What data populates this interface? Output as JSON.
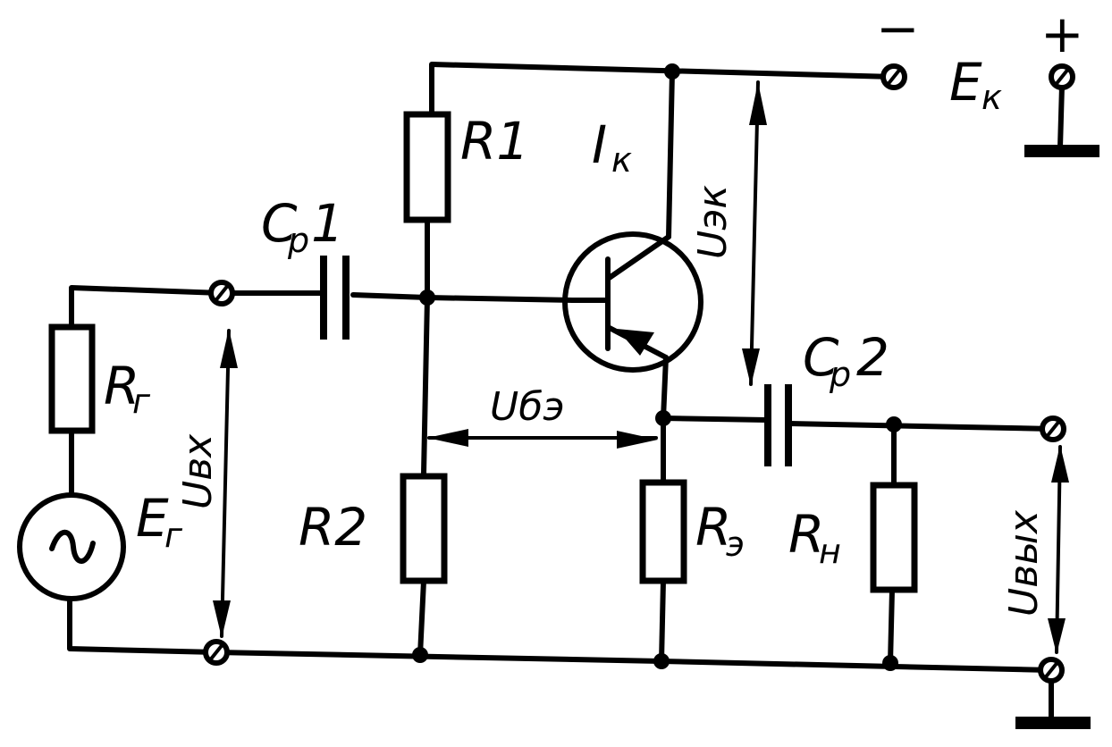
{
  "labels": {
    "ek": "E",
    "ek_sub": "к",
    "minus": "−",
    "plus": "+",
    "r1": "R1",
    "ik": "I",
    "ik_sub": "к",
    "uek": "Uэк",
    "cp1": "C",
    "cp1_sub": "p",
    "cp1_num": "1",
    "cp2": "C",
    "cp2_sub": "p",
    "cp2_num": "2",
    "rg": "R",
    "rg_sub": "г",
    "uvx": "Uвх",
    "eg": "E",
    "eg_sub": "г",
    "ube": "Uбэ",
    "r2": "R2",
    "re": "R",
    "re_sub": "э",
    "rn": "R",
    "rn_sub": "н",
    "uvyx": "Uвых"
  }
}
